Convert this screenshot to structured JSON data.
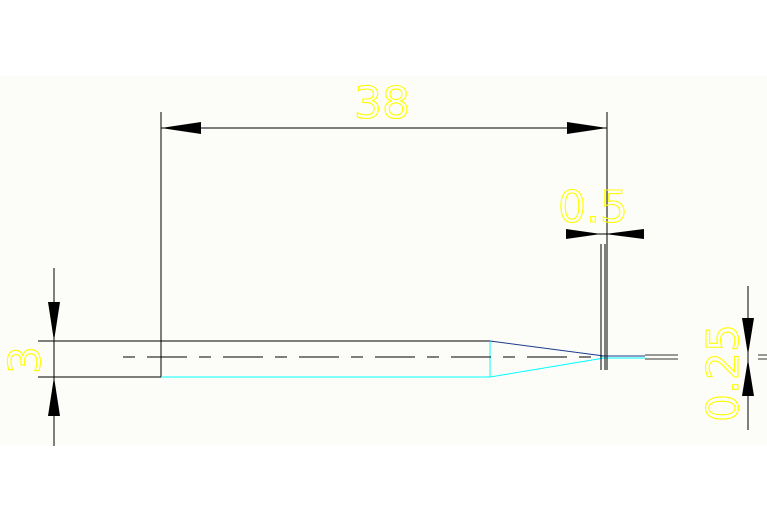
{
  "drawing": {
    "dimensions": {
      "overall_length": "38",
      "tip_length": "0.5",
      "shank_diameter": "3",
      "tip_diameter": "0.25"
    },
    "colors": {
      "canvas": "#fcfdf9",
      "geometry": "#000000",
      "profile_edge": "#00ffff",
      "dimension_text": "#ffff00"
    }
  }
}
